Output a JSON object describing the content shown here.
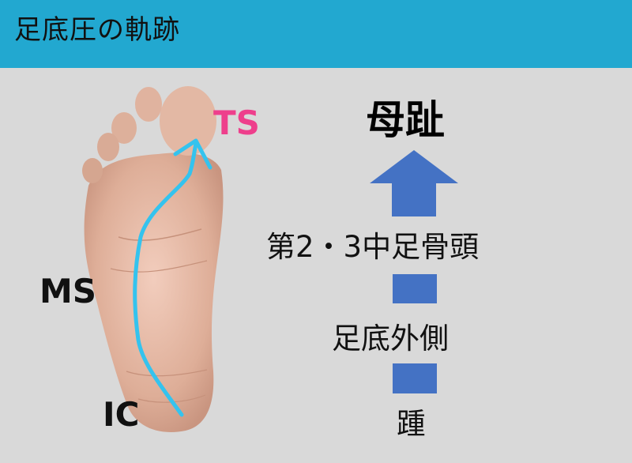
{
  "header": {
    "title": "足底圧の軌跡"
  },
  "foot_labels": {
    "ts": "TS",
    "ms": "MS",
    "ic": "IC"
  },
  "flow": {
    "top": "母趾",
    "step1": "第2・3中足骨頭",
    "step2": "足底外側",
    "step3": "踵"
  },
  "colors": {
    "header_bg": "#22a8d0",
    "trajectory": "#34c3ee",
    "arrow": "#4472c4",
    "ts_label": "#ee3f8c"
  },
  "icons": {
    "foot": "foot-sole-photo",
    "trajectory": "curved-arrow-up",
    "direction": "arrow-up"
  }
}
